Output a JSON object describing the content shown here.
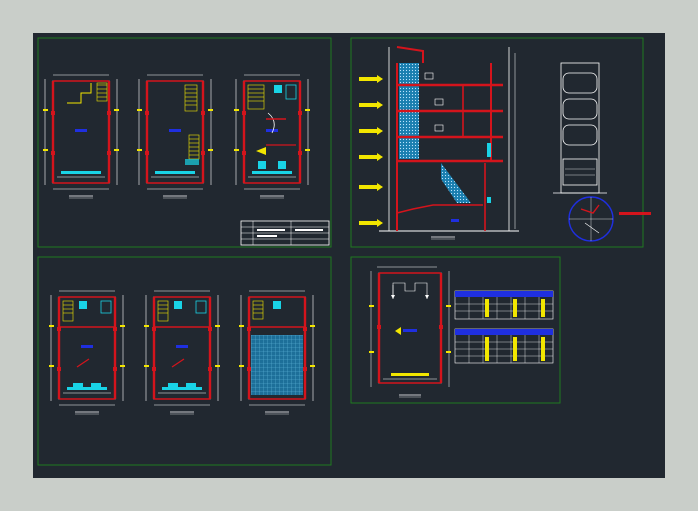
{
  "colors": {
    "page_bg": "#c9cec9",
    "canvas_bg": "#212830",
    "frame": "#1f7a1f",
    "wall": "#d4141c",
    "cyan": "#19d3e6",
    "yellow": "#f2e600",
    "blue": "#1f2fe0",
    "white": "#ffffff",
    "hatch": "#2a7fa8"
  },
  "panels": [
    {
      "name": "panel-floor-plans-upper",
      "drawings": [
        "floor-plan-1",
        "floor-plan-2",
        "floor-plan-3"
      ]
    },
    {
      "name": "panel-section",
      "drawings": [
        "building-section",
        "facade-elevation",
        "detail-circle"
      ]
    },
    {
      "name": "panel-floor-plans-lower",
      "drawings": [
        "floor-plan-4",
        "floor-plan-5",
        "floor-plan-6"
      ]
    },
    {
      "name": "panel-roof-and-tables",
      "drawings": [
        "roof-plan",
        "schedule-table-1",
        "schedule-table-2"
      ]
    }
  ],
  "title_block": {
    "present": true
  },
  "schedule_tables": [
    {
      "name": "schedule-table-1",
      "rows": 4,
      "columns": 7
    },
    {
      "name": "schedule-table-2",
      "rows": 5,
      "columns": 7
    }
  ]
}
